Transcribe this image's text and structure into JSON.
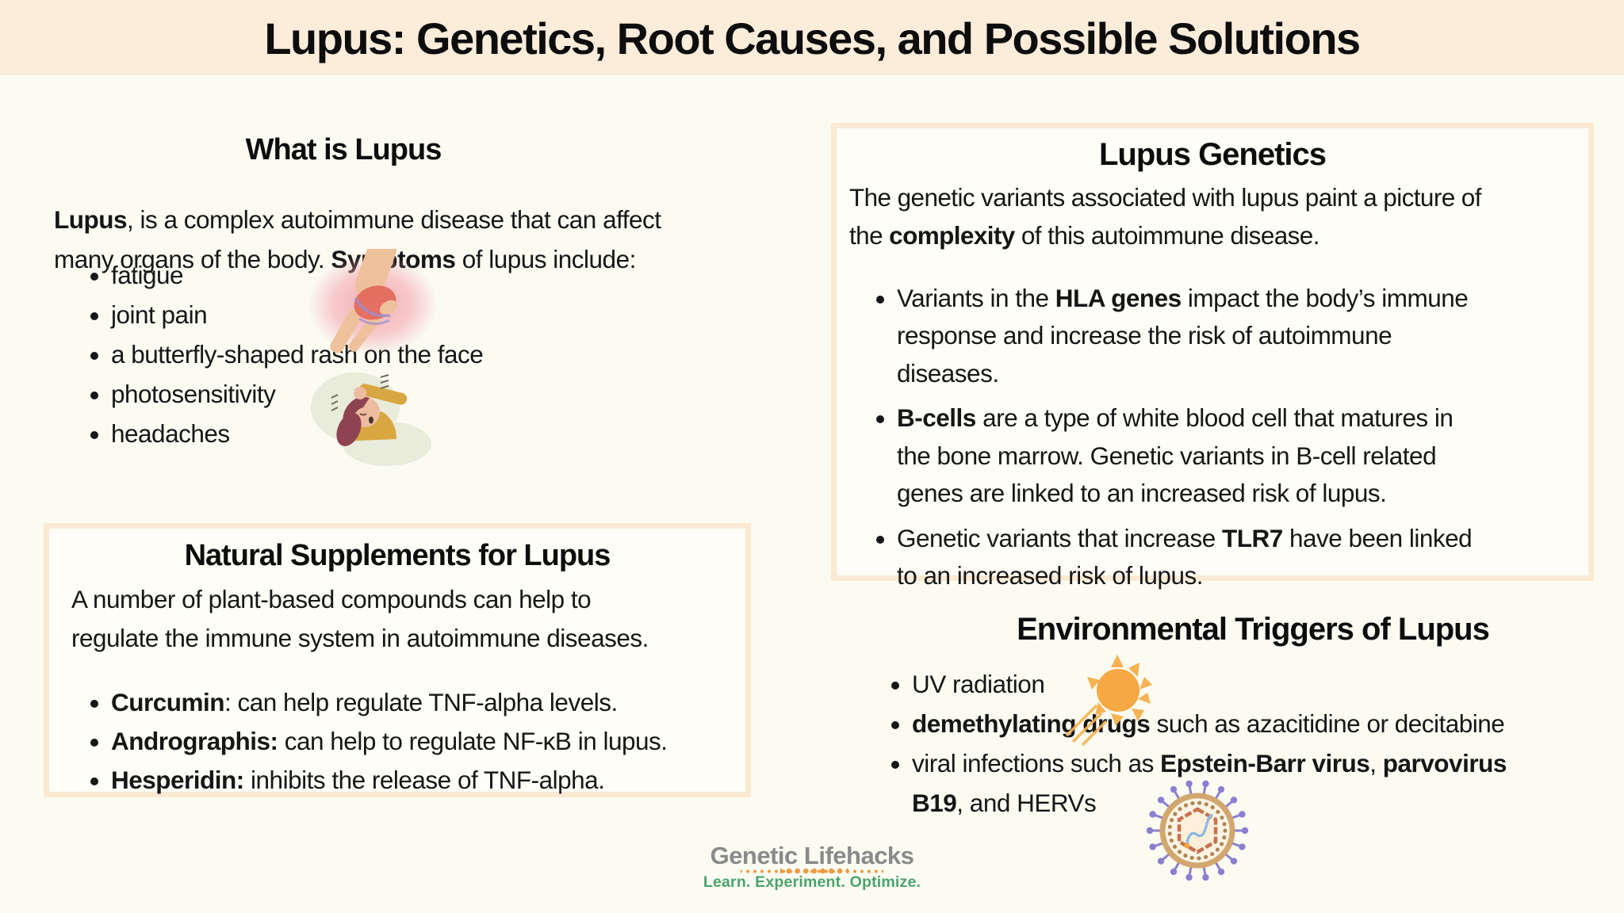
{
  "title": "Lupus: Genetics, Root Causes, and Possible Solutions",
  "what_is_lupus": {
    "heading": "What is Lupus",
    "intro": [
      {
        "t": "Lupus",
        "b": true
      },
      {
        "t": ", is a complex autoimmune disease that can affect\nmany organs of the body. ",
        "b": false
      },
      {
        "t": "Symptoms",
        "b": true
      },
      {
        "t": " of lupus include:",
        "b": false
      }
    ],
    "bullets": [
      "fatigue",
      "joint pain",
      "a butterfly-shaped rash on the face",
      "photosensitivity",
      "headaches"
    ]
  },
  "natural_supplements": {
    "heading": "Natural Supplements for Lupus",
    "intro": [
      {
        "t": "A number of plant-based compounds can help to\nregulate the immune system in autoimmune diseases.",
        "b": false
      }
    ],
    "bullets": [
      [
        {
          "t": "Curcumin",
          "b": true
        },
        {
          "t": ": can help regulate TNF-alpha levels.",
          "b": false
        }
      ],
      [
        {
          "t": "Andrographis:",
          "b": true
        },
        {
          "t": " can help to regulate NF-κB in lupus.",
          "b": false
        }
      ],
      [
        {
          "t": "Hesperidin:",
          "b": true
        },
        {
          "t": " inhibits the release of TNF-alpha.",
          "b": false
        }
      ]
    ]
  },
  "lupus_genetics": {
    "heading": "Lupus Genetics",
    "intro": [
      {
        "t": "The genetic variants associated with lupus paint a picture of\nthe ",
        "b": false
      },
      {
        "t": "complexity",
        "b": true
      },
      {
        "t": " of this autoimmune disease.",
        "b": false
      }
    ],
    "bullets": [
      [
        {
          "t": "Variants in the ",
          "b": false
        },
        {
          "t": "HLA genes",
          "b": true
        },
        {
          "t": " impact the body’s immune\nresponse and increase the risk of autoimmune\ndiseases.",
          "b": false
        }
      ],
      [
        {
          "t": "B-cells",
          "b": true
        },
        {
          "t": " are a type of white blood cell that matures in\nthe bone marrow. Genetic variants in B-cell related\ngenes are linked to an increased risk of lupus.",
          "b": false
        }
      ],
      [
        {
          "t": "Genetic variants that increase ",
          "b": false
        },
        {
          "t": "TLR7",
          "b": true
        },
        {
          "t": " have been linked\nto an increased risk of lupus.",
          "b": false
        }
      ]
    ]
  },
  "environmental_triggers": {
    "heading": "Environmental Triggers of Lupus",
    "bullets": [
      [
        {
          "t": "UV radiation",
          "b": false
        }
      ],
      [
        {
          "t": "demethylating drugs",
          "b": true
        },
        {
          "t": " such as azacitidine or decitabine",
          "b": false
        }
      ],
      [
        {
          "t": "viral infections such as ",
          "b": false
        },
        {
          "t": "Epstein-Barr virus",
          "b": true
        },
        {
          "t": ", ",
          "b": false
        },
        {
          "t": "parvovirus\nB19",
          "b": true
        },
        {
          "t": ", and HERVs",
          "b": false
        }
      ]
    ]
  },
  "footer": {
    "brand": "Genetic Lifehacks",
    "tagline": "Learn. Experiment. Optimize."
  },
  "icons": {
    "joint_pain": "knee-joint-illustration",
    "headache": "headache-in-bed-illustration",
    "uv": "sun-icon",
    "virus": "virus-illustration"
  },
  "colors": {
    "page_bg": "#fbfbf2",
    "banner_bg": "#fcecda",
    "box_bg": "#fefdf7",
    "box_border": "#fbe9d2",
    "text": "#161616",
    "sun": "#f5a843",
    "sun_ray": "#f7b252",
    "virus_spike": "#8a7fd0",
    "virus_envelope": "#d2a76f",
    "virus_dots": "#b08455",
    "virus_capsid": "#c8714f",
    "rna_blue": "#8fb9e4",
    "glow_pink": "#f2a0ab",
    "bone_tan": "#eec19c",
    "joint_red": "#e2695a",
    "hair_maroon": "#8e4350",
    "skin": "#eebca0",
    "shirt_mustard": "#d9a742",
    "pillow_green": "#e9ebdb",
    "brand_gray": "#8a8a8a",
    "tagline_green": "#4aa36c",
    "dots_orange": "#f29a3f"
  }
}
